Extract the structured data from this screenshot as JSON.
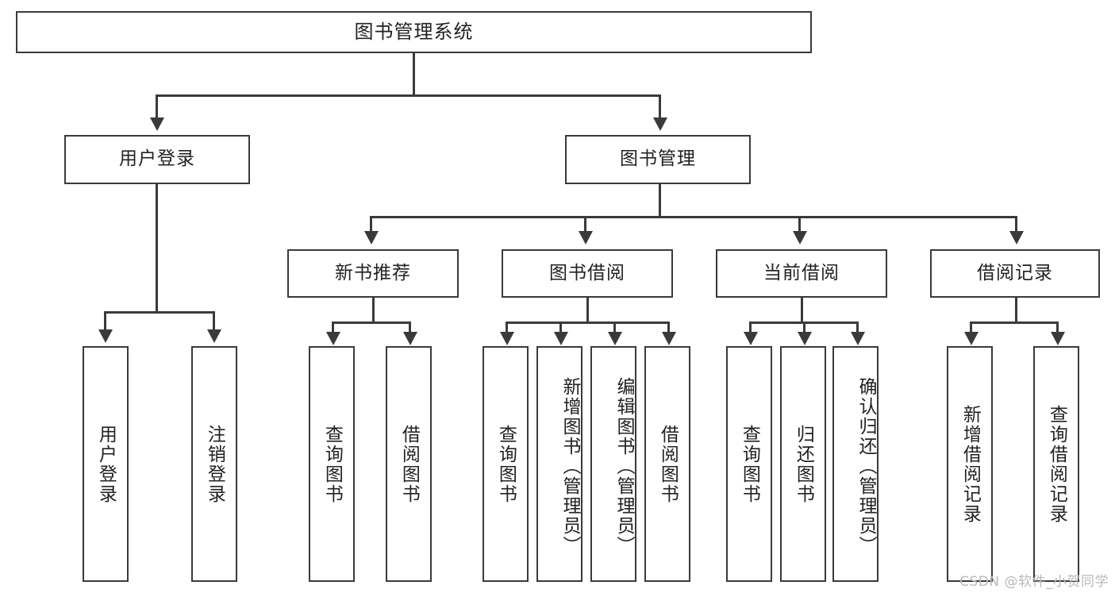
{
  "diagram": {
    "type": "tree",
    "title": "图书管理系统",
    "watermark": "CSDN @软件_小贺同学",
    "colors": {
      "stroke": "#3a3a3a",
      "fill": "#ffffff",
      "text": "#222222",
      "watermark": "#b9b9b9"
    },
    "root": {
      "label": "图书管理系统"
    },
    "level2": [
      {
        "label": "用户登录"
      },
      {
        "label": "图书管理"
      }
    ],
    "level3": [
      {
        "label": "新书推荐"
      },
      {
        "label": "图书借阅"
      },
      {
        "label": "当前借阅"
      },
      {
        "label": "借阅记录"
      }
    ],
    "leaves": {
      "user_login": [
        {
          "label": "用户登录"
        },
        {
          "label": "注销登录"
        }
      ],
      "new_book_recommend": [
        {
          "label": "查询图书"
        },
        {
          "label": "借阅图书"
        }
      ],
      "book_borrow": [
        {
          "label": "查询图书"
        },
        {
          "label": "新增图书（管理员）"
        },
        {
          "label": "编辑图书（管理员）"
        },
        {
          "label": "借阅图书"
        }
      ],
      "current_borrow": [
        {
          "label": "查询图书"
        },
        {
          "label": "归还图书"
        },
        {
          "label": "确认归还（管理员）"
        }
      ],
      "borrow_record": [
        {
          "label": "新增借阅记录"
        },
        {
          "label": "查询借阅记录"
        }
      ]
    }
  }
}
